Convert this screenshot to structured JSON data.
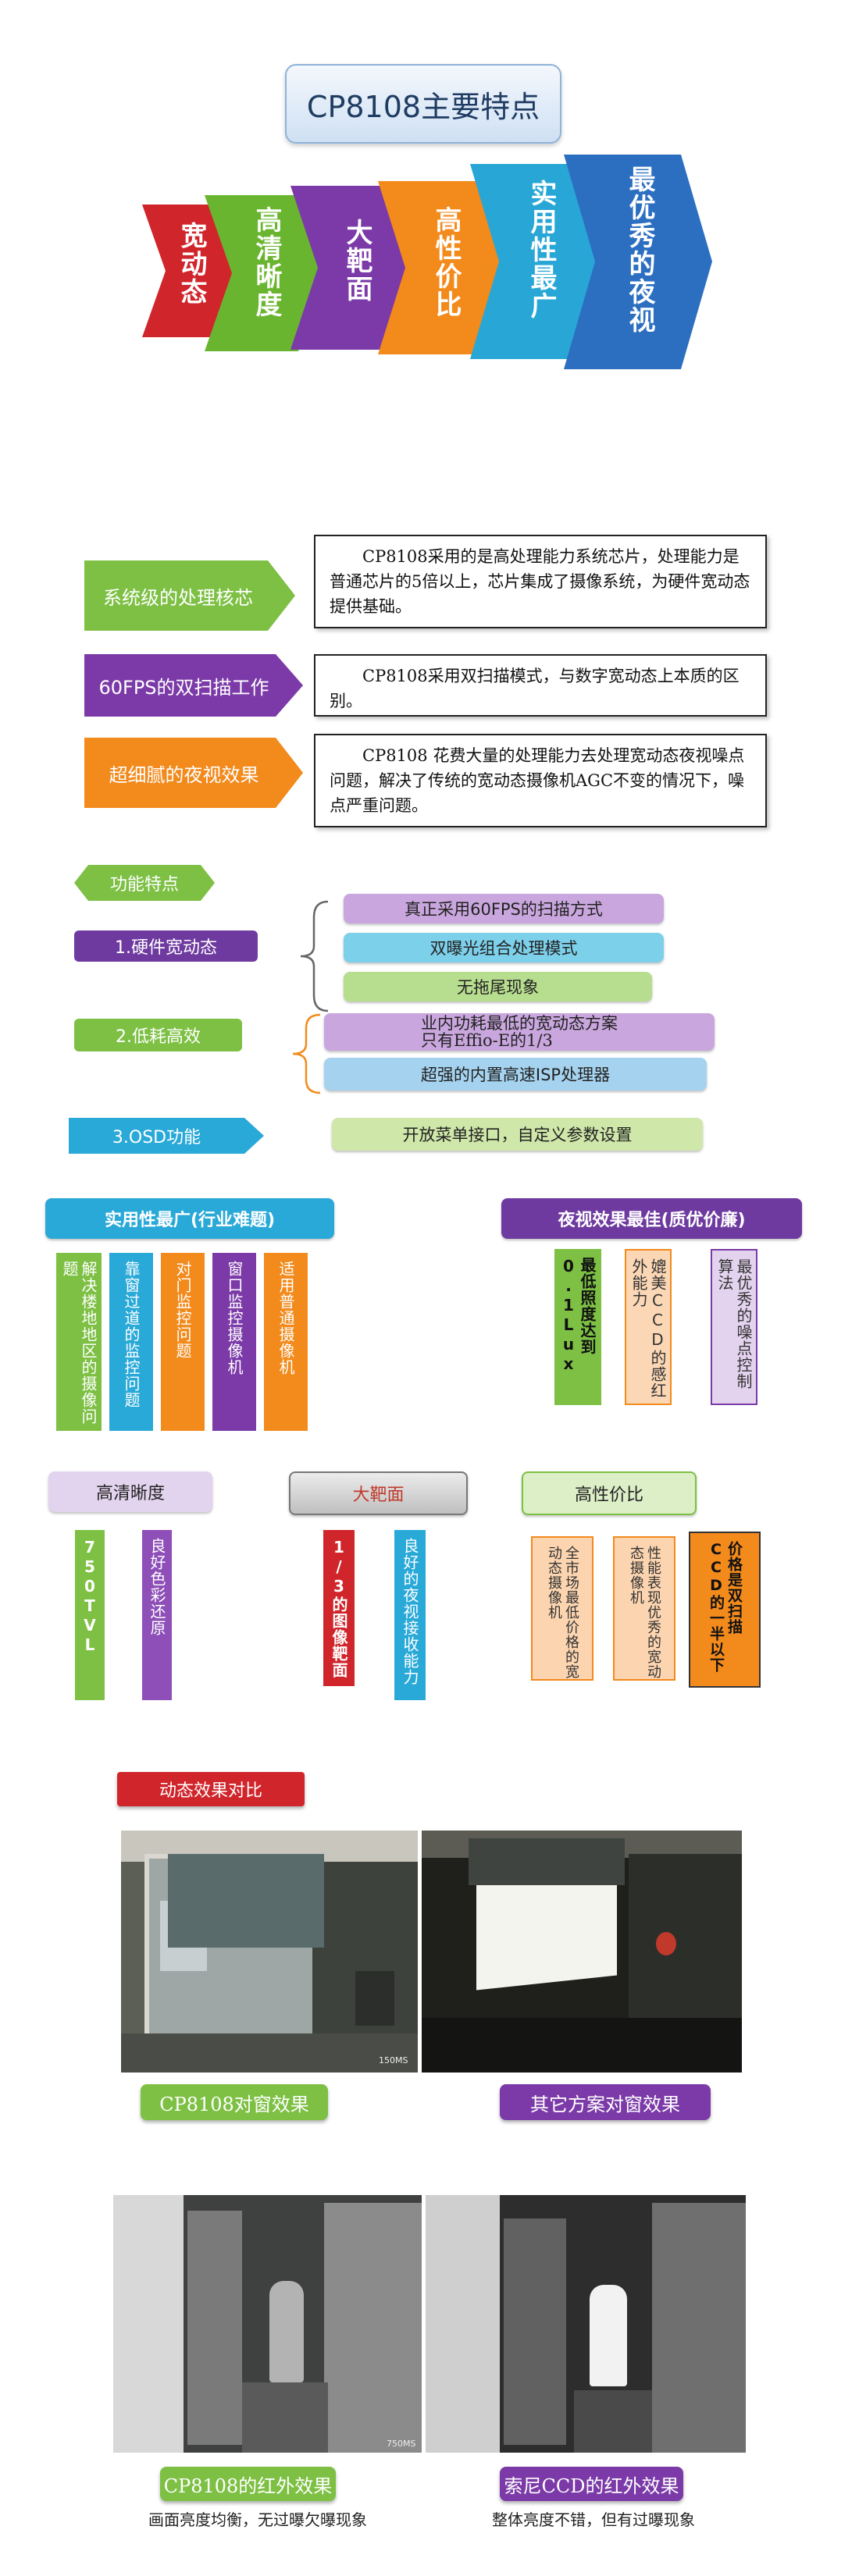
{
  "title": "CP8108主要特点",
  "chevrons": [
    {
      "label": "宽动态",
      "color": "#d0252b"
    },
    {
      "label": "高清晰度",
      "color": "#6ab52f"
    },
    {
      "label": "大靶面",
      "color": "#7b3aa8"
    },
    {
      "label": "高性价比",
      "color": "#f28a1c"
    },
    {
      "label": "实用性最广",
      "color": "#28a7d6"
    },
    {
      "label": "最优秀的夜视",
      "color": "#2c6fc1"
    }
  ],
  "core": [
    {
      "tag": "系统级的处理核芯",
      "text": "CP8108采用的是高处理能力系统芯片，处理能力是普通芯片的5倍以上，芯片集成了摄像系统，为硬件宽动态提供基础。"
    },
    {
      "tag": "60FPS的双扫描工作",
      "text": "CP8108采用双扫描模式，与数字宽动态上本质的区别。"
    },
    {
      "tag": "超细腻的夜视效果",
      "text": "CP8108 花费大量的处理能力去处理宽动态夜视噪点问题，解决了传统的宽动态摄像机AGC不变的情况下，噪点严重问题。"
    }
  ],
  "features": {
    "header": "功能特点",
    "groups": [
      {
        "label": "1.硬件宽动态",
        "items": [
          "真正采用60FPS的扫描方式",
          "双曝光组合处理模式",
          "无拖尾现象"
        ]
      },
      {
        "label": "2.低耗高效",
        "items": [
          "业内功耗最低的宽动态方案\n只有Effio-E的1/3",
          "超强的内置高速ISP处理器"
        ]
      },
      {
        "label": "3.OSD功能",
        "items": [
          "开放菜单接口，自定义参数设置"
        ]
      }
    ]
  },
  "practical": {
    "title": "实用性最广(行业难题)",
    "cols": [
      "解决楼地地区的摄像问题",
      "靠窗过道的监控问题",
      "对门监控问题",
      "窗口监控摄像机",
      "适用普通摄像机"
    ]
  },
  "night": {
    "title": "夜视效果最佳(质优价廉)",
    "cols": [
      "最低照度达到0.1Lux",
      "媲美CCD的感红外能力",
      "最优秀的噪点控制算法"
    ]
  },
  "hd": {
    "title": "高清晰度",
    "cols": [
      "750TVL",
      "良好色彩还原"
    ]
  },
  "bigtarget": {
    "title": "大靶面",
    "cols": [
      "1/3的图像靶面",
      "良好的夜视接收能力"
    ]
  },
  "value": {
    "title": "高性价比",
    "cols": [
      "全市场最低价格的宽动态摄像机",
      "性能表现优秀的宽动态摄像机",
      "价格是双扫描CCD的一半以下"
    ]
  },
  "compare": {
    "header": "动态效果对比",
    "captions": [
      "CP8108对窗效果",
      "其它方案对窗效果",
      "CP8108的红外效果",
      "索尼CCD的红外效果"
    ],
    "notes": [
      "画面亮度均衡，无过曝欠曝现象",
      "整体亮度不错，但有过曝现象"
    ],
    "stamps": [
      "150MS",
      "750MS"
    ]
  }
}
